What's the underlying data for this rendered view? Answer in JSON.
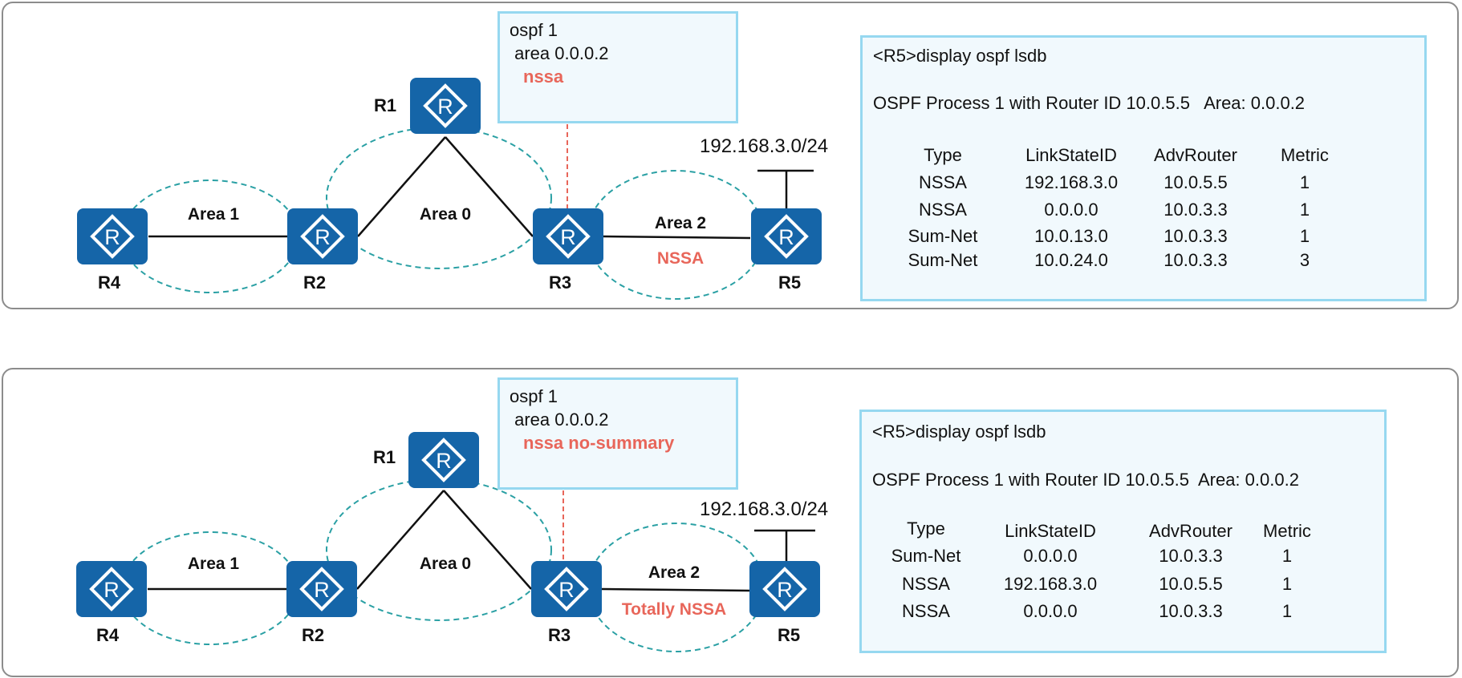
{
  "colors": {
    "router": "#1565a8",
    "area_ellipse": "#2aa0a4",
    "highlight": "#e8665a",
    "box_border": "#96d8f0",
    "box_fill": "#f1f9fd"
  },
  "router_icon": "router-diamond-icon",
  "panels": [
    {
      "config": {
        "line1": "ospf 1",
        "line2": " area 0.0.0.2",
        "line3": "nssa"
      },
      "routers": {
        "r1": "R1",
        "r2": "R2",
        "r3": "R3",
        "r4": "R4",
        "r5": "R5"
      },
      "areas": {
        "area1": "Area 1",
        "area0": "Area 0",
        "area2": "Area 2",
        "area2_type": "NSSA"
      },
      "network": "192.168.3.0/24",
      "lsdb": {
        "command": "<R5>display  ospf lsdb",
        "process": "OSPF Process 1 with Router ID 10.0.5.5   Area: 0.0.0.2",
        "headers": [
          "Type",
          "LinkStateID",
          "AdvRouter",
          "Metric"
        ],
        "rows": [
          [
            "NSSA",
            "192.168.3.0",
            "10.0.5.5",
            "1"
          ],
          [
            "NSSA",
            "0.0.0.0",
            "10.0.3.3",
            "1"
          ],
          [
            "Sum-Net",
            "10.0.13.0",
            "10.0.3.3",
            "1"
          ],
          [
            "Sum-Net",
            "10.0.24.0",
            "10.0.3.3",
            "3"
          ]
        ]
      }
    },
    {
      "config": {
        "line1": "ospf 1",
        "line2": " area 0.0.0.2",
        "line3": "nssa no-summary"
      },
      "routers": {
        "r1": "R1",
        "r2": "R2",
        "r3": "R3",
        "r4": "R4",
        "r5": "R5"
      },
      "areas": {
        "area1": "Area 1",
        "area0": "Area 0",
        "area2": "Area 2",
        "area2_type": "Totally NSSA"
      },
      "network": "192.168.3.0/24",
      "lsdb": {
        "command": "<R5>display ospf lsdb",
        "process": "OSPF Process 1 with Router ID 10.0.5.5  Area: 0.0.0.2",
        "headers": [
          "Type",
          "LinkStateID",
          "AdvRouter",
          "Metric"
        ],
        "rows": [
          [
            "Sum-Net",
            "0.0.0.0",
            "10.0.3.3",
            "1"
          ],
          [
            "NSSA",
            "192.168.3.0",
            "10.0.5.5",
            "1"
          ],
          [
            "NSSA",
            "0.0.0.0",
            "10.0.3.3",
            "1"
          ]
        ]
      }
    }
  ]
}
